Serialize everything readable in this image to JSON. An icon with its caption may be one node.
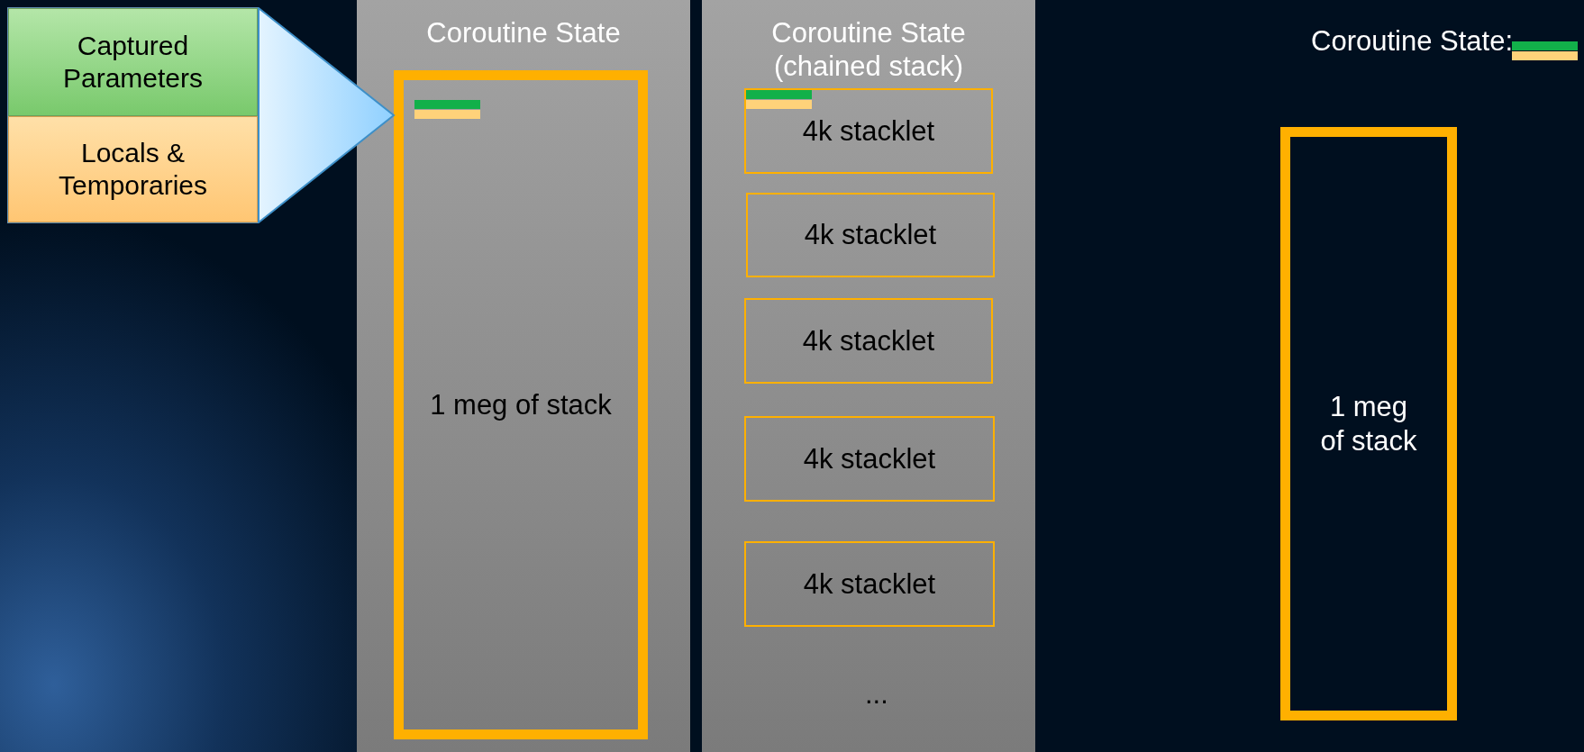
{
  "diagram": {
    "nodes": [
      {
        "text": [],
        "shape": "box"
      },
      {
        "text": [
          "Captured Parameters"
        ],
        "in": 0
      },
      {
        "text": [
          "Locals & Temporaries"
        ],
        "in": 0
      },
      {
        "text": [
          "Coroutine State"
        ]
      },
      {
        "text": [
          "1 meg of stack"
        ],
        "in": 3
      },
      {
        "text": [
          "Coroutine State (chained stack)"
        ]
      },
      {
        "text": [
          "4k stacklet"
        ],
        "in": 5
      },
      {
        "text": [
          "4k stacklet"
        ],
        "in": 5
      },
      {
        "text": [
          "4k stacklet"
        ],
        "in": 5
      },
      {
        "text": [
          "4k stacklet"
        ],
        "in": 5
      },
      {
        "text": [
          "4k stacklet"
        ],
        "in": 5
      },
      {
        "text": [
          "1 meg of stack"
        ]
      }
    ],
    "edges": [
      {
        "from": 0,
        "to": 4,
        "arrow": "to"
      }
    ],
    "labels": [
      "...",
      "Coroutine State:"
    ]
  }
}
